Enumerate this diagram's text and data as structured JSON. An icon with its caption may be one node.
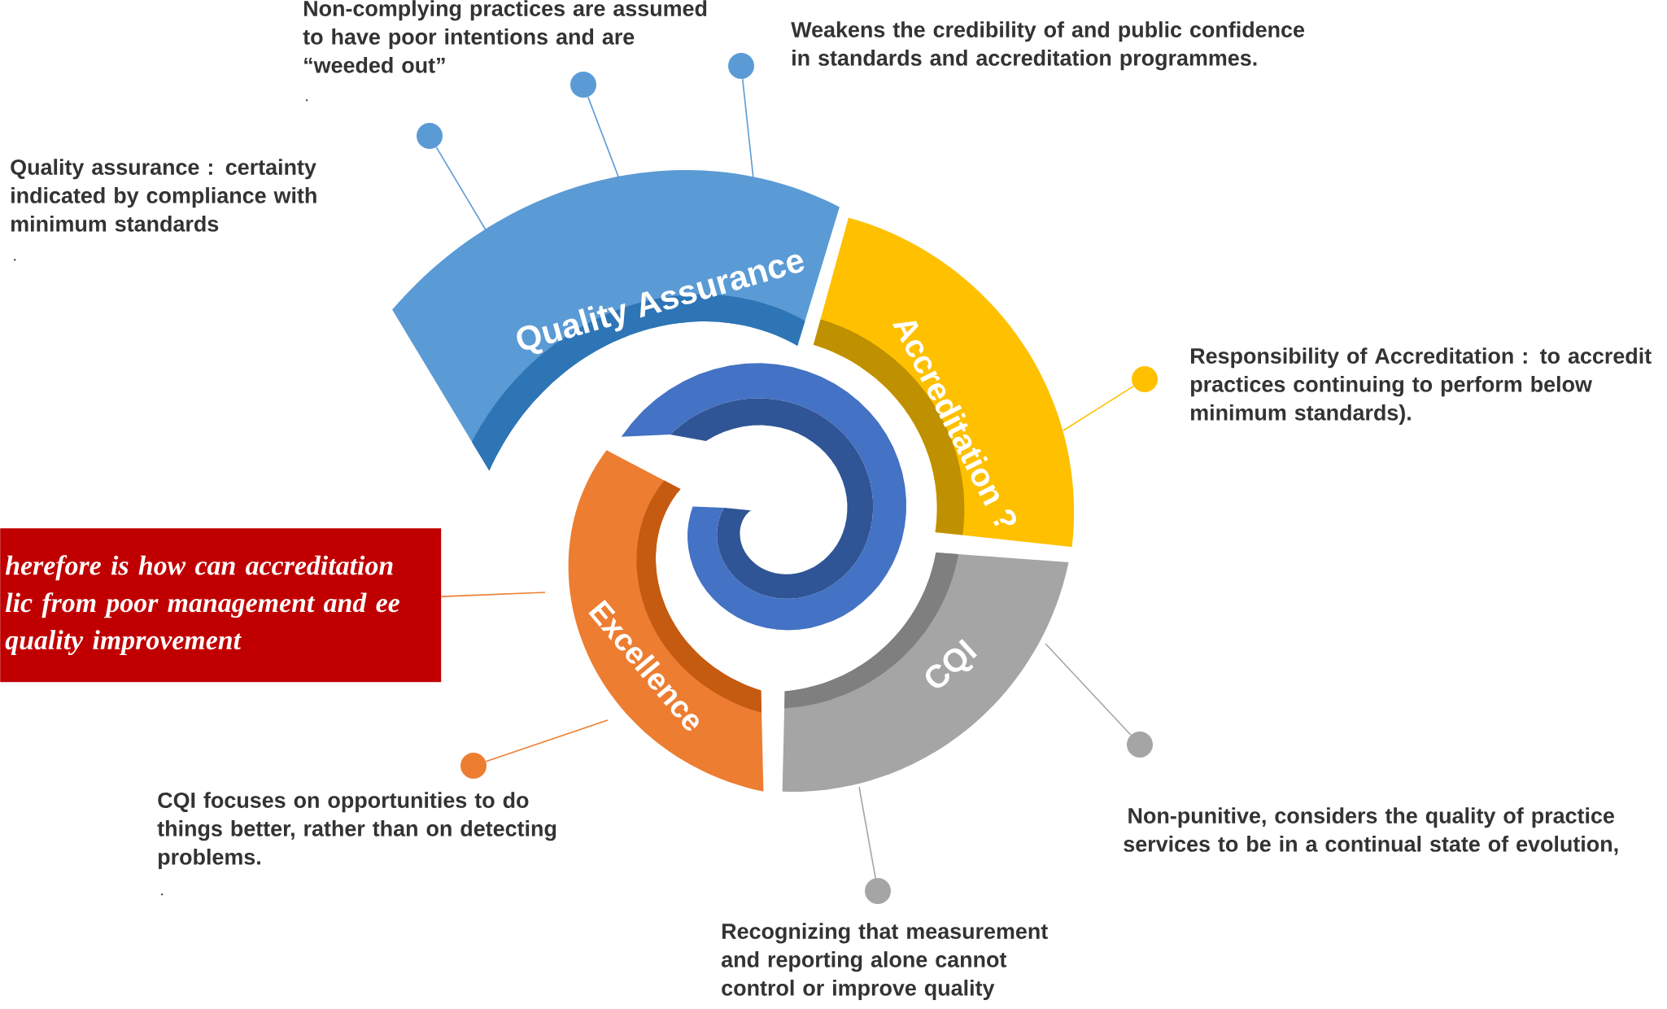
{
  "diagram": {
    "nodes": [
      {
        "text": [
          "Quality Assurance"
        ]
      },
      {
        "text": [
          "Accreditation ?"
        ]
      },
      {
        "text": [
          "CQI"
        ]
      },
      {
        "text": [
          "Excellence"
        ]
      },
      {
        "text": [],
        "shape": "circle",
        "beside": [
          "Non-complying practices are assumed to have poor intentions and are “weeded out”",
          "."
        ]
      },
      {
        "text": [],
        "shape": "circle",
        "beside": [
          "Weakens the credibility of and public confidence in standards and accreditation programmes."
        ]
      },
      {
        "text": [],
        "shape": "circle",
        "beside": [
          "Quality assurance : certainty indicated by compliance with minimum standards",
          "."
        ]
      },
      {
        "text": [],
        "shape": "circle",
        "beside": [
          "Responsibility of Accreditation : to accredit practices continuing to perform below minimum standards)."
        ]
      },
      {
        "text": [
          "herefore is how can accreditation lic from poor management and ee quality improvement"
        ]
      },
      {
        "text": [],
        "shape": "circle",
        "beside": [
          "Non-punitive, considers the quality of practice services to be in a continual state of evolution,"
        ]
      },
      {
        "text": [],
        "shape": "circle",
        "beside": [
          "CQI focuses on opportunities to do things better, rather than on detecting problems.",
          "."
        ]
      },
      {
        "text": [],
        "shape": "circle",
        "beside": [
          "Recognizing that measurement and reporting alone cannot control or improve quality"
        ]
      }
    ],
    "edges": [
      {
        "from": 4,
        "to": 0,
        "arrow": "none",
        "color": "#5b9bd5"
      },
      {
        "from": 5,
        "to": 0,
        "arrow": "none",
        "color": "#5b9bd5"
      },
      {
        "from": 6,
        "to": 0,
        "arrow": "none",
        "color": "#5b9bd5"
      },
      {
        "from": 7,
        "to": 1,
        "arrow": "none",
        "color": "#ffc000"
      },
      {
        "from": 8,
        "to": 3,
        "arrow": "none",
        "color": "#ed7d31"
      },
      {
        "from": 9,
        "to": 2,
        "arrow": "none",
        "color": "#a5a5a5"
      },
      {
        "from": 10,
        "to": 3,
        "arrow": "none",
        "color": "#ed7d31"
      },
      {
        "from": 11,
        "to": 2,
        "arrow": "none",
        "color": "#a5a5a5"
      }
    ]
  }
}
